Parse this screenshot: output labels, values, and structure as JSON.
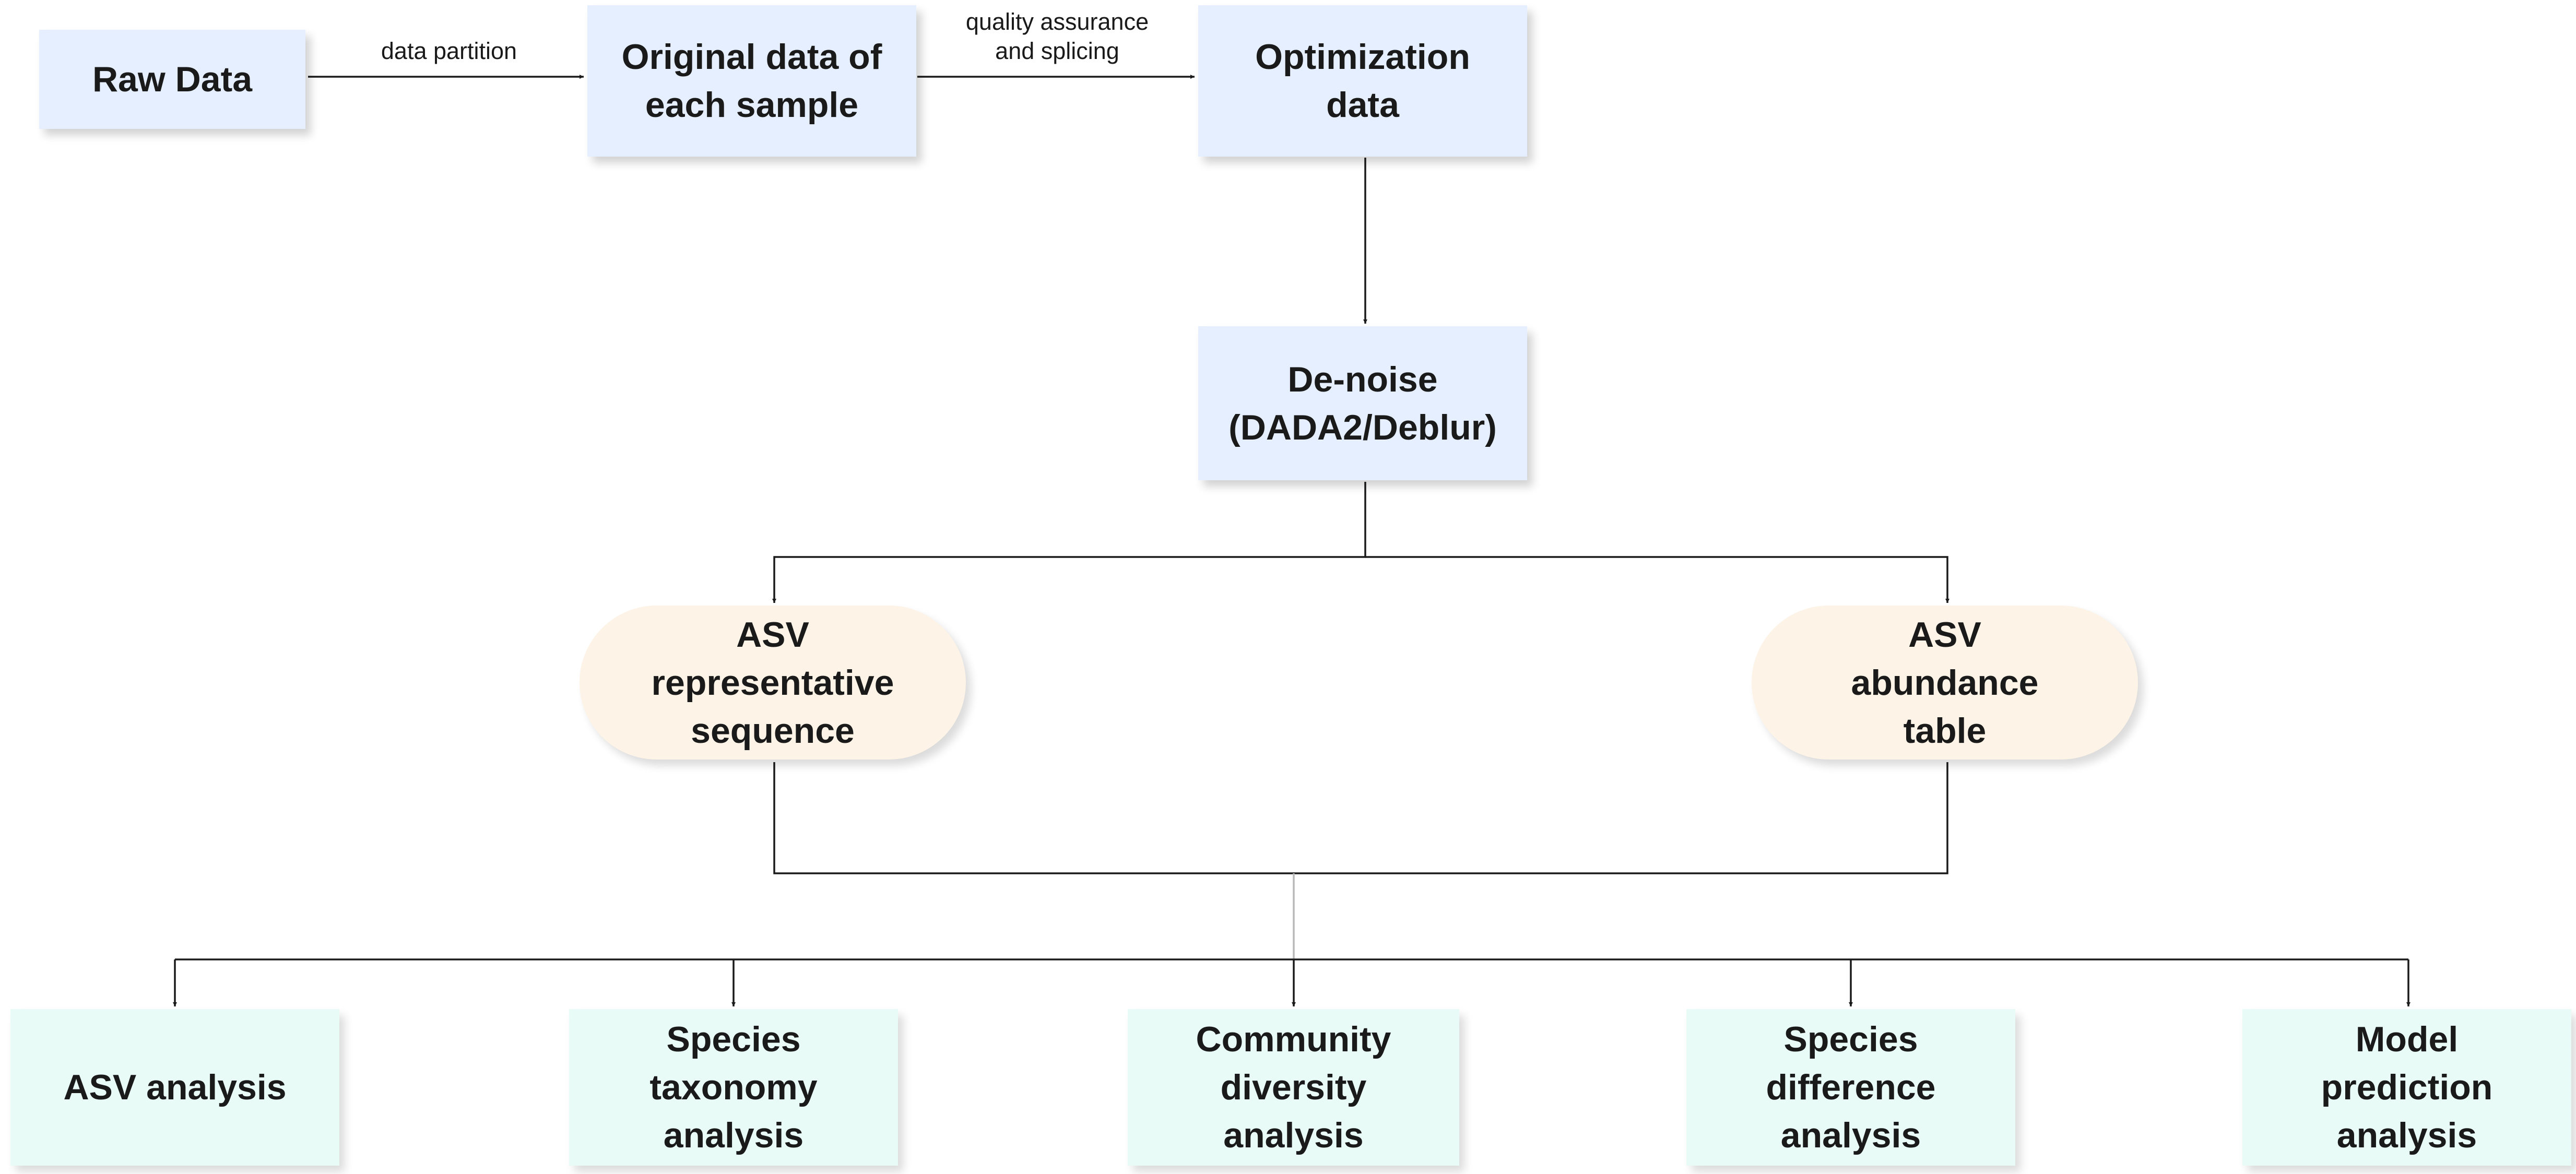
{
  "nodes": {
    "raw_data": "Raw Data",
    "original_data": "Original data of\neach sample",
    "optimization_data": "Optimization\ndata",
    "denoise": "De-noise\n(DADA2/Deblur)",
    "asv_rep_seq": "ASV\nrepresentative\nsequence",
    "asv_abundance": "ASV\nabundance\ntable",
    "asv_analysis": "ASV analysis",
    "species_taxonomy": "Species\ntaxonomy\nanalysis",
    "community_diversity": "Community\ndiversity\nanalysis",
    "species_difference": "Species\ndifference\nanalysis",
    "model_prediction": "Model\nprediction\nanalysis"
  },
  "edge_labels": {
    "data_partition": "data partition",
    "quality_assurance": "quality assurance\nand splicing"
  },
  "colors": {
    "process_box": "#e6efff",
    "intermediate_pill": "#fdf3e7",
    "analysis_box": "#e9fbf7",
    "line": "#1a1a1a"
  }
}
